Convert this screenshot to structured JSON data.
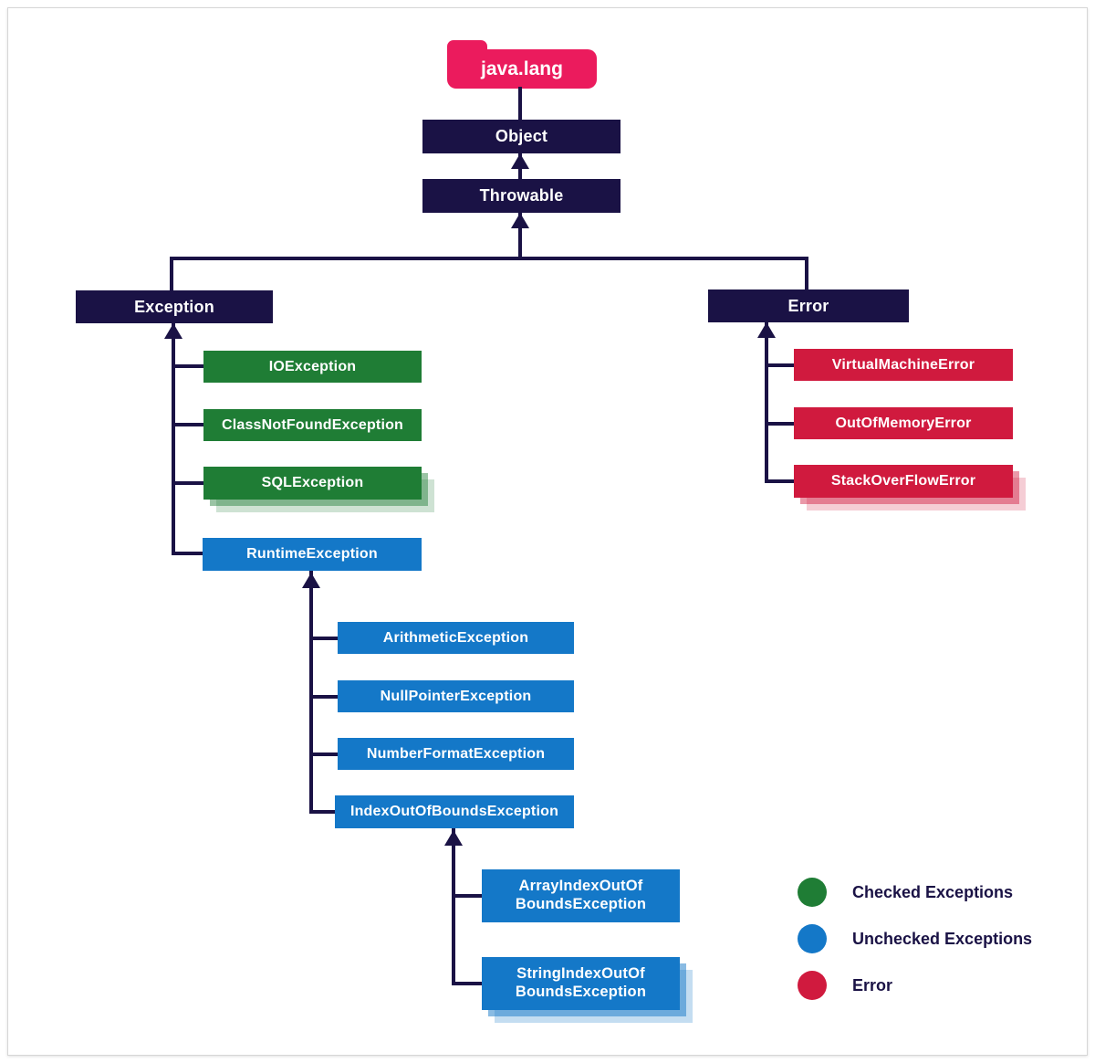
{
  "package": {
    "label": "java.lang"
  },
  "nodes": {
    "object": "Object",
    "throwable": "Throwable",
    "exception": "Exception",
    "error": "Error",
    "io_exception": "IOException",
    "class_not_found_exception": "ClassNotFoundException",
    "sql_exception": "SQLException",
    "runtime_exception": "RuntimeException",
    "arithmetic_exception": "ArithmeticException",
    "null_pointer_exception": "NullPointerException",
    "number_format_exception": "NumberFormatException",
    "index_out_of_bounds_exception": "IndexOutOfBoundsException",
    "array_index_out_of_bounds_exception": "ArrayIndexOutOf\nBoundsException",
    "string_index_out_of_bounds_exception": "StringIndexOutOf\nBoundsException",
    "virtual_machine_error": "VirtualMachineError",
    "out_of_memory_error": "OutOfMemoryError",
    "stack_overflow_error": "StackOverFlowError"
  },
  "legend": [
    {
      "label": "Checked Exceptions",
      "color": "#1f7d35"
    },
    {
      "label": "Unchecked Exceptions",
      "color": "#1478c8"
    },
    {
      "label": "Error",
      "color": "#d01a3e"
    }
  ],
  "colors": {
    "line_navy": "#1a1245",
    "package_pink": "#eb1b5d",
    "checked_green": "#1f7d35",
    "unchecked_blue": "#1478c8",
    "error_red": "#d01a3e",
    "background": "#ffffff"
  }
}
